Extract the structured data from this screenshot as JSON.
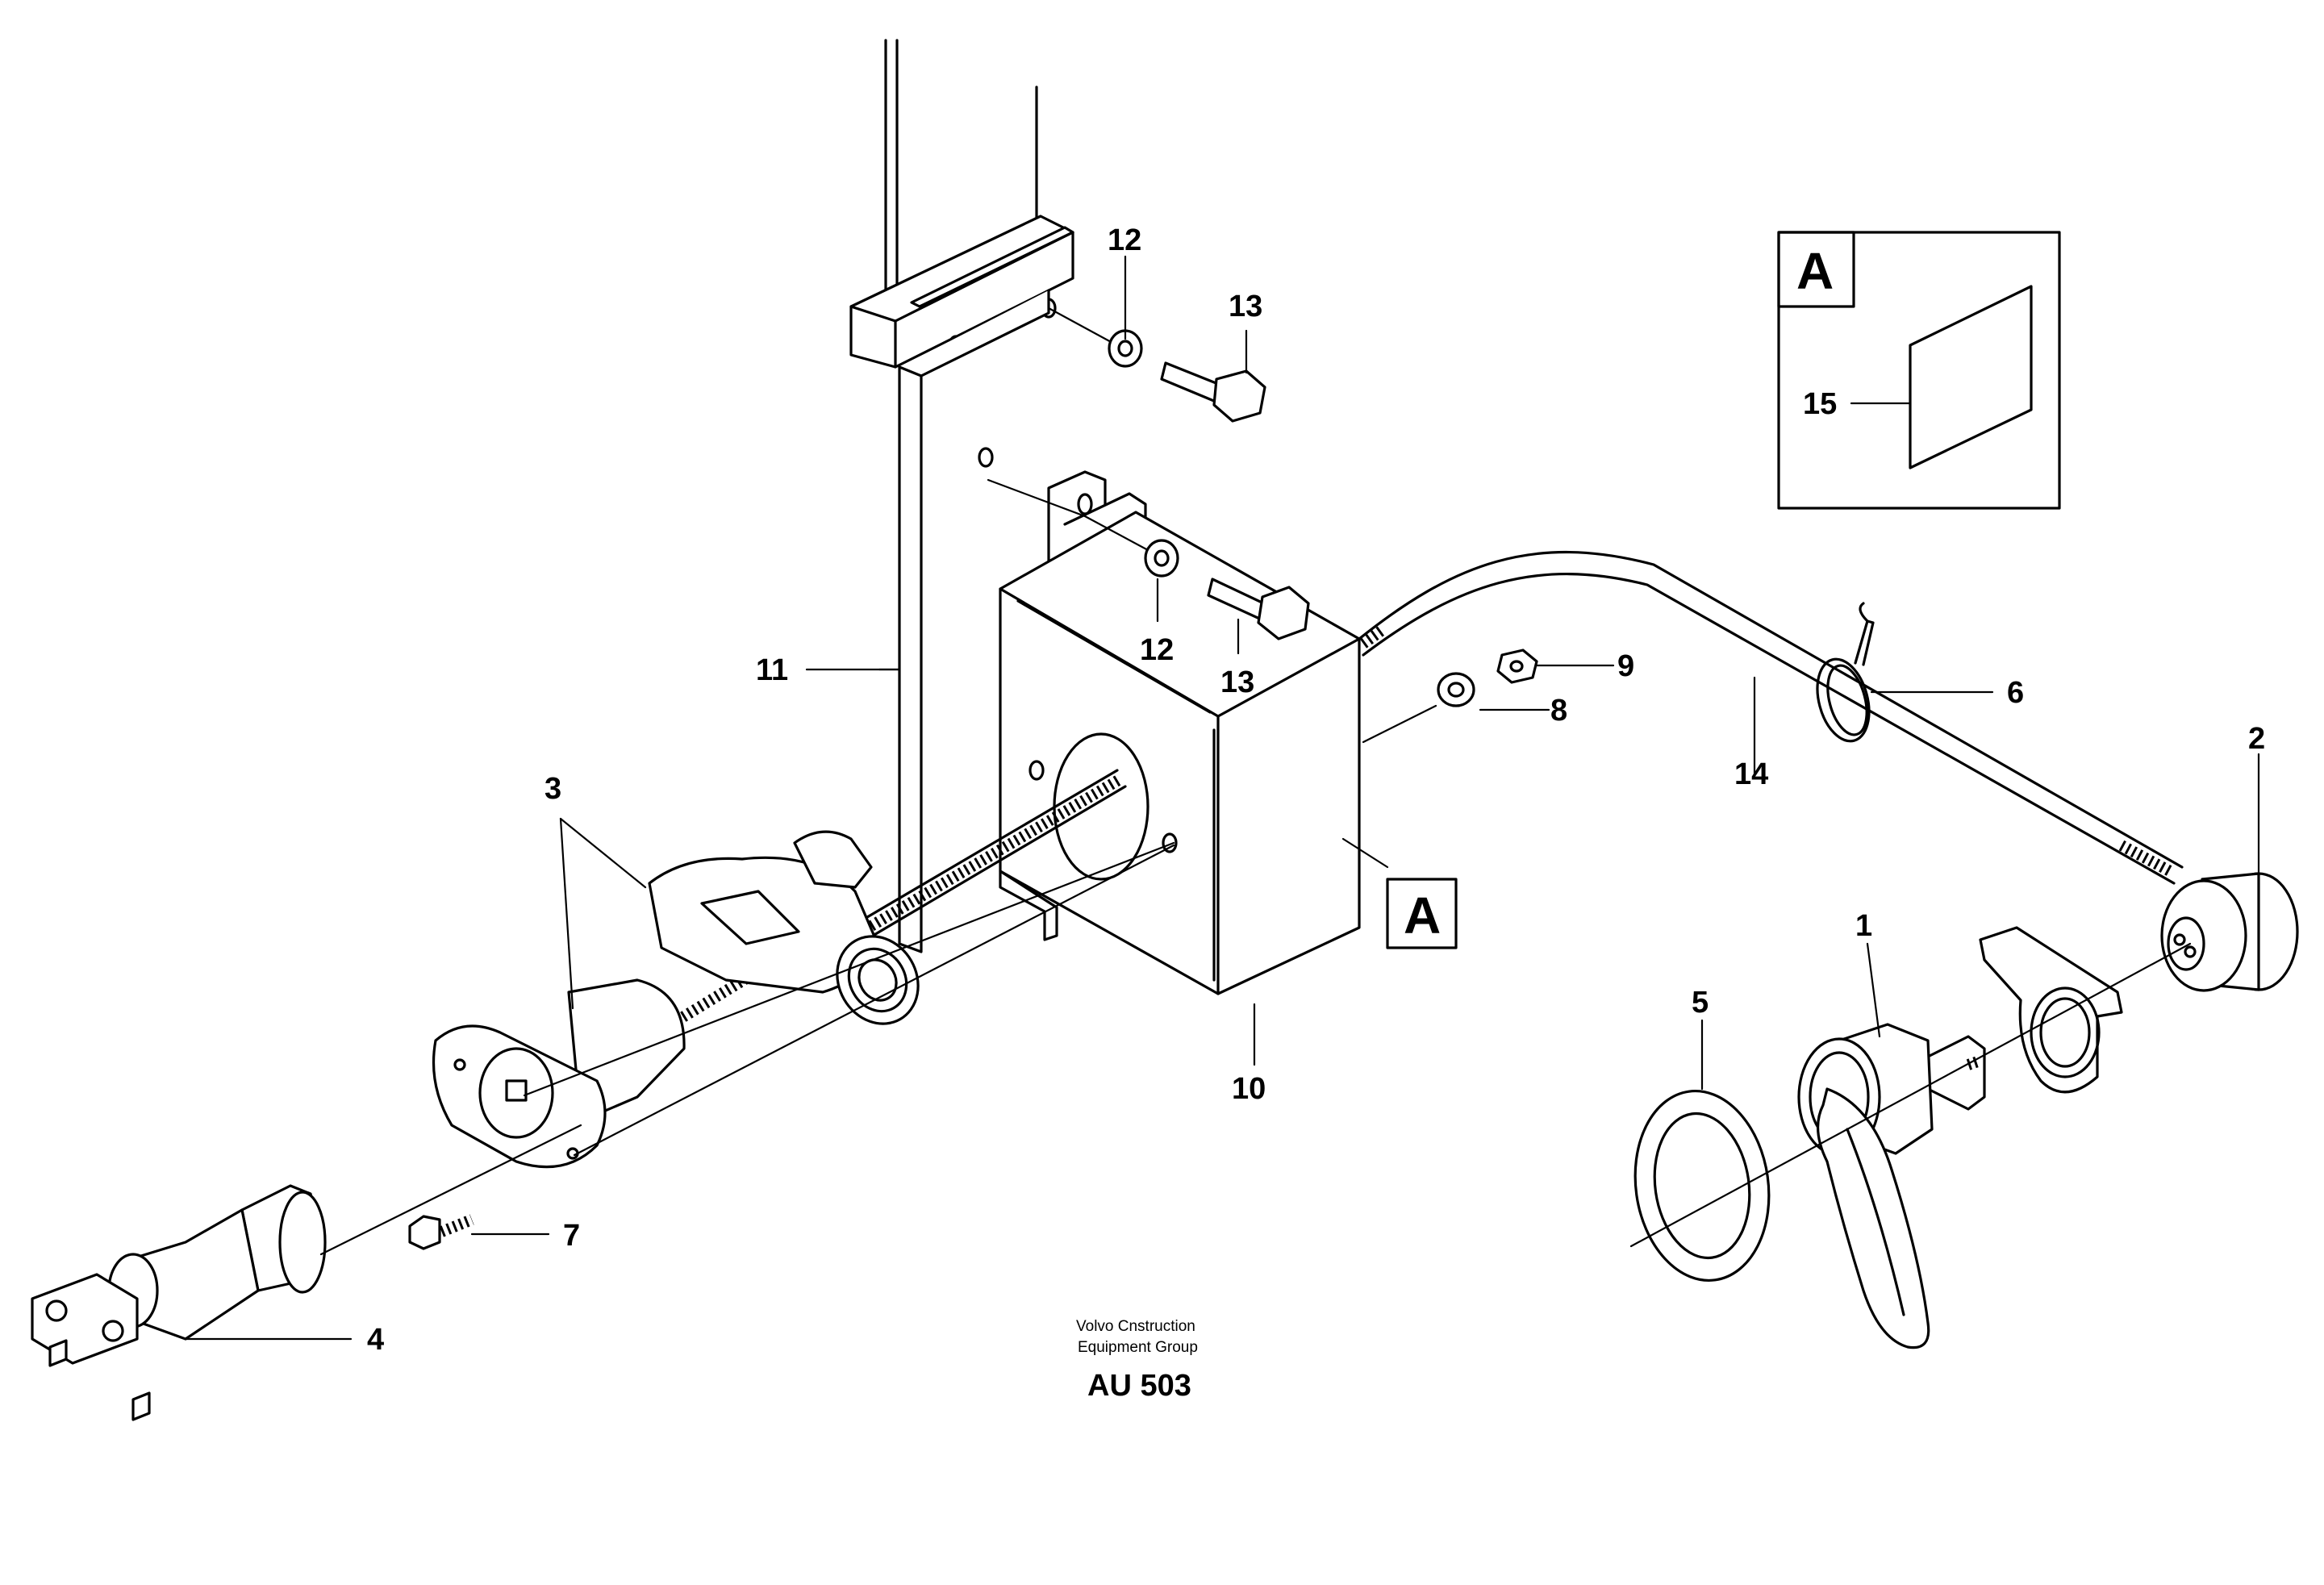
{
  "diagram": {
    "part_numbers": [
      "1",
      "2",
      "3",
      "4",
      "5",
      "6",
      "7",
      "8",
      "9",
      "10",
      "11",
      "12",
      "13",
      "14",
      "15"
    ],
    "detail_marker": "A",
    "detail_box": {
      "marker": "A",
      "part_label": "15"
    },
    "credit_line1": "Volvo Cnstruction",
    "credit_line2": "Equipment Group",
    "drawing_code": "AU 503"
  }
}
